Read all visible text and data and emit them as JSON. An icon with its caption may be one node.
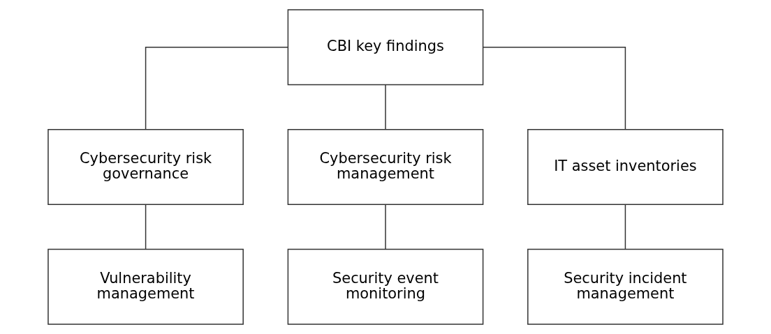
{
  "diagram": {
    "nodes": [
      {
        "text": [
          "CBI key findings"
        ]
      },
      {
        "text": [
          "Cybersecurity risk governance"
        ]
      },
      {
        "text": [
          "Cybersecurity risk management"
        ]
      },
      {
        "text": [
          "IT asset inventories"
        ]
      },
      {
        "text": [
          "Vulnerability management"
        ]
      },
      {
        "text": [
          "Security event monitoring"
        ]
      },
      {
        "text": [
          "Security incident management"
        ]
      }
    ],
    "edges": [
      {
        "from": 0,
        "to": 1,
        "arrow": "none"
      },
      {
        "from": 0,
        "to": 2,
        "arrow": "none"
      },
      {
        "from": 0,
        "to": 3,
        "arrow": "none"
      },
      {
        "from": 1,
        "to": 4,
        "arrow": "none"
      },
      {
        "from": 2,
        "to": 5,
        "arrow": "none"
      },
      {
        "from": 3,
        "to": 6,
        "arrow": "none"
      }
    ]
  }
}
